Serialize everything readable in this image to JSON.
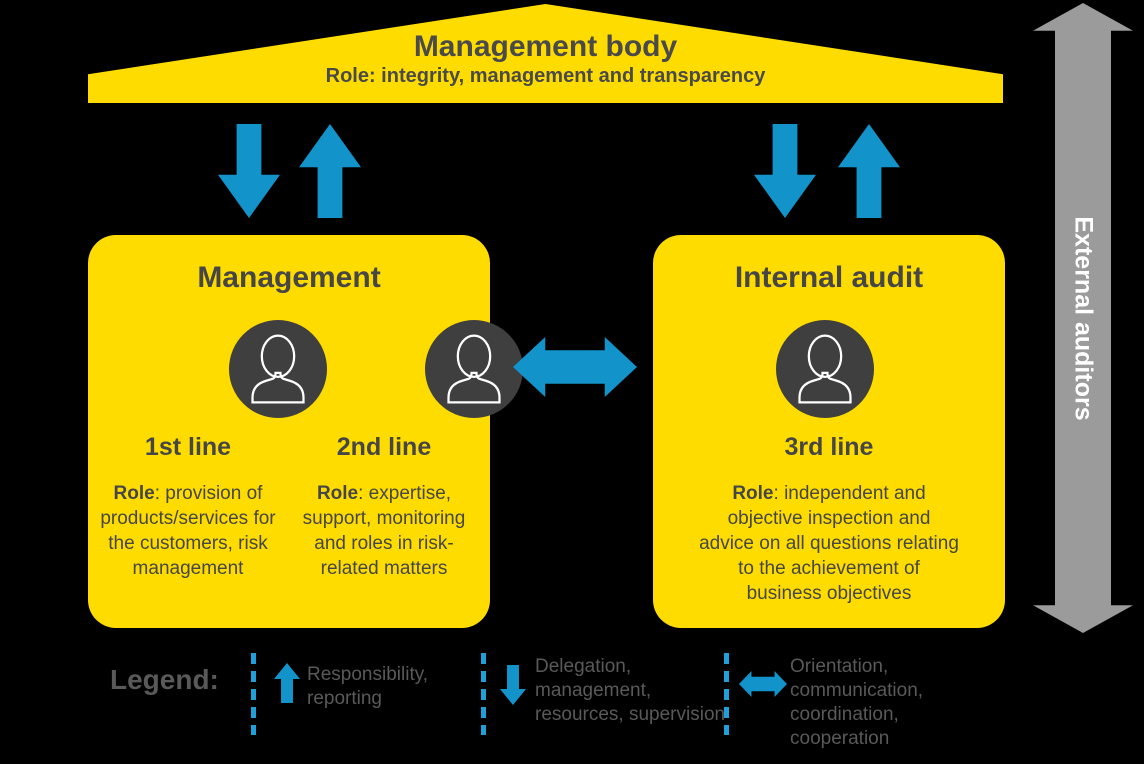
{
  "colors": {
    "background": "#000000",
    "yellow": "#FFDC00",
    "blue": "#1294CA",
    "gray_arrow": "#9B9B9B",
    "dark_circle": "#3F3F3F",
    "box_text": "#464646",
    "legend_text": "#595959",
    "white": "#FFFFFF"
  },
  "roof": {
    "title": "Management body",
    "subtitle": "Role: integrity, management and transparency"
  },
  "management_box": {
    "title": "Management",
    "columns": [
      {
        "line": "1st line",
        "role_label": "Role",
        "role_text": ": provision of\nproducts/services for\nthe customers, risk\nmanagement"
      },
      {
        "line": "2nd line",
        "role_label": "Role",
        "role_text": ": expertise,\nsupport, monitoring\nand roles in risk-\nrelated matters"
      }
    ]
  },
  "audit_box": {
    "title": "Internal audit",
    "line": "3rd line",
    "role_label": "Role",
    "role_text": ": independent and\nobjective inspection and\nadvice on all questions relating\nto the achievement of\nbusiness objectives"
  },
  "external_auditors": {
    "label": "External auditors"
  },
  "legend": {
    "title": "Legend:",
    "items": [
      {
        "icon": "arrow-up",
        "text": "Responsibility,\nreporting"
      },
      {
        "icon": "arrow-down",
        "text": "Delegation,\nmanagement,\nresources, supervision"
      },
      {
        "icon": "arrow-left-right",
        "text": "Orientation,\ncommunication,\ncoordination,\ncooperation"
      }
    ]
  }
}
